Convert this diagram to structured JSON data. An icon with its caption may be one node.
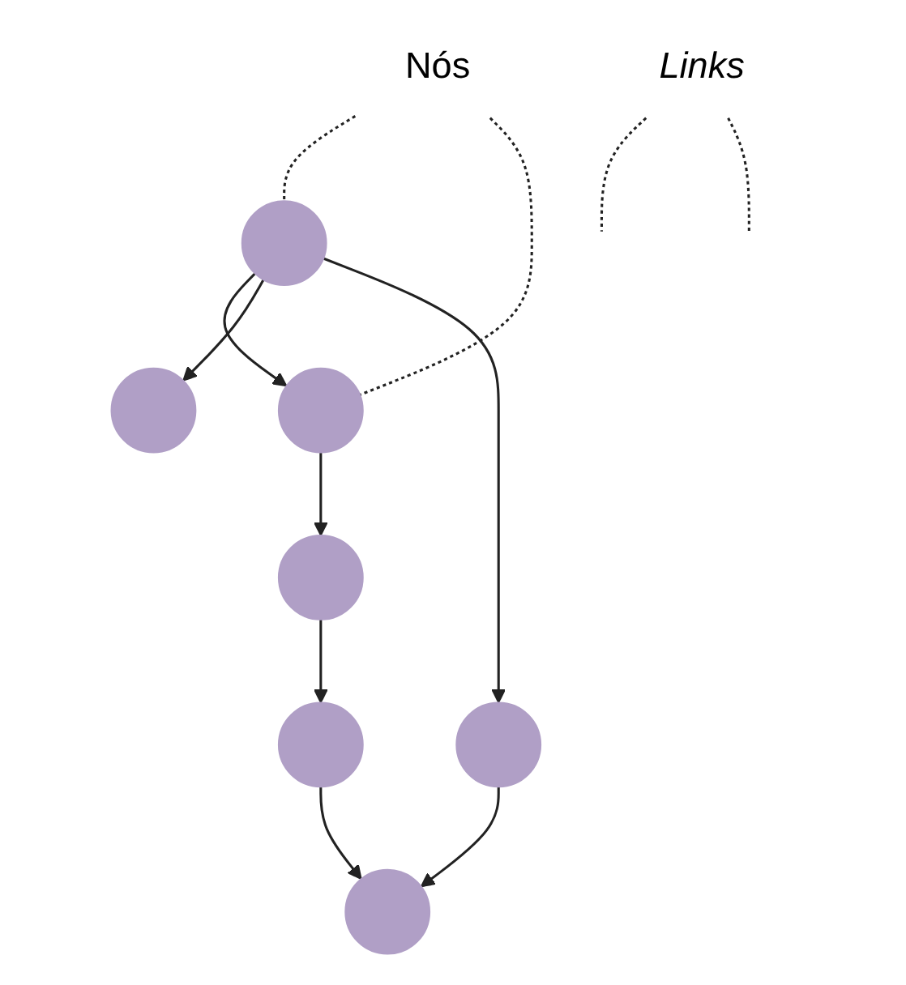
{
  "diagram": {
    "nodes": [
      {
        "text": [
          "Nós"
        ]
      },
      {
        "text": [],
        "shape": "circle"
      },
      {
        "text": [],
        "shape": "circle"
      },
      {
        "text": [],
        "shape": "circle"
      },
      {
        "text": [],
        "shape": "circle"
      },
      {
        "text": [],
        "shape": "circle"
      },
      {
        "text": [],
        "shape": "circle"
      },
      {
        "text": [
          "Links"
        ]
      },
      {
        "text": [],
        "shape": "circle"
      }
    ],
    "edges": [
      {
        "from": 0,
        "to": 1,
        "arrow": "none",
        "style": "dashed"
      },
      {
        "from": 0,
        "to": 2,
        "arrow": "none",
        "style": "dashed"
      },
      {
        "from": 1,
        "to": 2,
        "arrow": "to"
      },
      {
        "from": 1,
        "to": 3,
        "arrow": "to"
      },
      {
        "from": 1,
        "to": 5,
        "arrow": "to"
      },
      {
        "from": 2,
        "to": 4,
        "arrow": "to"
      },
      {
        "from": 4,
        "to": 6,
        "arrow": "to"
      },
      {
        "from": 5,
        "to": 8,
        "arrow": "to"
      },
      {
        "from": 6,
        "to": 8,
        "arrow": "to"
      },
      {
        "from": 7,
        "to": null,
        "arrow": "none",
        "style": "dashed"
      },
      {
        "from": 7,
        "to": null,
        "arrow": "none",
        "style": "dashed"
      }
    ]
  }
}
